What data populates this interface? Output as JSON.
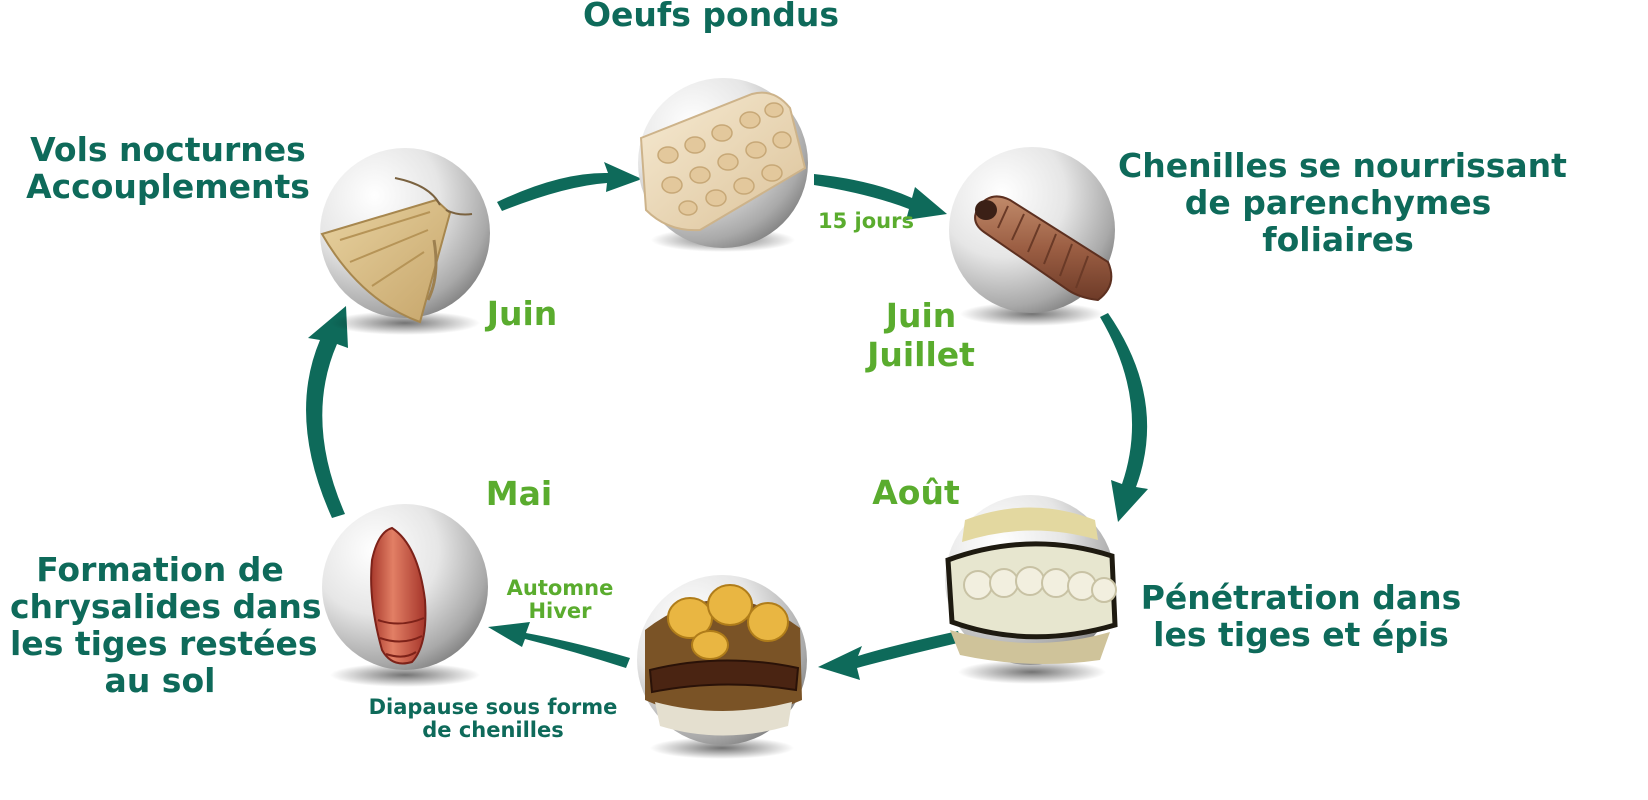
{
  "stages": {
    "eggs": {
      "lines": [
        "Oeufs pondus"
      ],
      "icon": "egg-cluster-icon"
    },
    "caterpillars": {
      "lines": [
        "Chenilles se nourrissant",
        "de parenchymes",
        "foliaires"
      ],
      "icon": "caterpillar-icon"
    },
    "penetration": {
      "lines": [
        "Pénétration dans",
        "les tiges et épis"
      ],
      "icon": "larvae-in-stem-icon"
    },
    "diapause": {
      "lines": [
        "Diapause sous forme",
        "de chenilles"
      ],
      "icon": "larva-in-corn-icon"
    },
    "pupation": {
      "lines": [
        "Formation de",
        "chrysalides dans",
        "les tiges restées",
        "au sol"
      ],
      "icon": "chrysalis-icon"
    },
    "flights": {
      "lines": [
        "Vols nocturnes",
        "Accouplements"
      ],
      "icon": "moth-icon"
    }
  },
  "periods": {
    "eggs_duration": "15 jours",
    "juin": "Juin",
    "juin_juillet": [
      "Juin",
      "Juillet"
    ],
    "aout": "Août",
    "automne_hiver": [
      "Automne",
      "Hiver"
    ],
    "mai": "Mai"
  },
  "colors": {
    "arrow": "#0e6a5a",
    "stage_text": "#0e6a5a",
    "month_text": "#5aac2e"
  }
}
